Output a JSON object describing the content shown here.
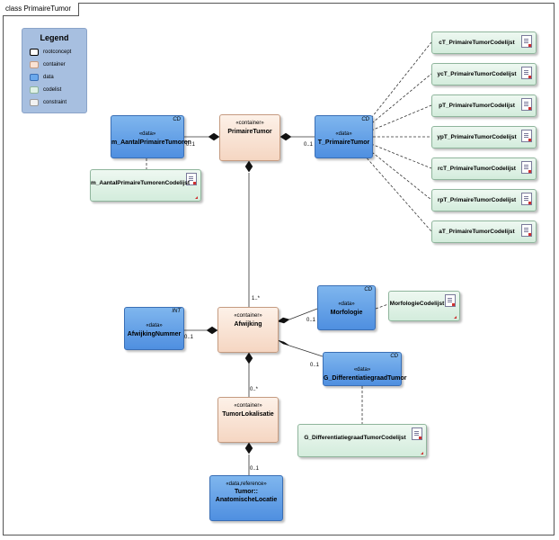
{
  "frame_title": "class PrimaireTumor",
  "legend": {
    "title": "Legend",
    "items": [
      {
        "label": "rootconcept",
        "color": "#ffffff",
        "border": "#000000"
      },
      {
        "label": "container",
        "color": "#f9e2d4",
        "border": "#c59b80"
      },
      {
        "label": "data",
        "color": "#6aa8ec",
        "border": "#3a6fb5"
      },
      {
        "label": "codelist",
        "color": "#dff1e6",
        "border": "#8fb59c"
      },
      {
        "label": "constraint",
        "color": "#f2f2f2",
        "border": "#9a9a9a"
      }
    ]
  },
  "elements": {
    "m_aantal": {
      "stereotype": "«data»",
      "name": "m_AantalPrimaireTumoren",
      "tag": "CD"
    },
    "primaire_tumor": {
      "stereotype": "«container»",
      "name": "PrimaireTumor"
    },
    "t_primaire": {
      "stereotype": "«data»",
      "name": "T_PrimaireTumor",
      "tag": "CD"
    },
    "m_aantal_codelist": {
      "name": "m_AantalPrimaireTumorenCodelijst"
    },
    "afwijkingsnummer": {
      "stereotype": "«data»",
      "name": "AfwijkingNummer",
      "tag": "INT"
    },
    "afwijking": {
      "stereotype": "«container»",
      "name": "Afwijking"
    },
    "morfologie": {
      "stereotype": "«data»",
      "name": "Morfologie",
      "tag": "CD"
    },
    "morfologie_codelist": {
      "name": "MorfologieCodelijst"
    },
    "differentiatie": {
      "stereotype": "«data»",
      "name": "G_DifferentiatiegraadTumor",
      "tag": "CD"
    },
    "differentiatie_codelist": {
      "name": "G_DifferentiatiegraadTumorCodelijst"
    },
    "tumor_lokalisatie": {
      "stereotype": "«container»",
      "name": "TumorLokalisatie"
    },
    "anatomische": {
      "stereotype": "«data,reference»",
      "name_line1": "Tumor::",
      "name_line2": "AnatomischeLocatie"
    }
  },
  "codelists": [
    {
      "name": "cT_PrimaireTumorCodelijst"
    },
    {
      "name": "ycT_PrimaireTumorCodelijst"
    },
    {
      "name": "pT_PrimaireTumorCodelijst"
    },
    {
      "name": "ypT_PrimaireTumorCodelijst"
    },
    {
      "name": "rcT_PrimaireTumorCodelijst"
    },
    {
      "name": "rpT_PrimaireTumorCodelijst"
    },
    {
      "name": "aT_PrimaireTumorCodelijst"
    }
  ],
  "multiplicities": {
    "m_aantal_link": "0..1",
    "t_primaire_link": "0..1",
    "afwijking_link": "1..*",
    "afwijkingsnummer_link": "0..1",
    "morfologie_link": "0..1",
    "differentiatie_link": "0..1",
    "lokalisatie_link": "0..*",
    "anatomische_link": "0..1"
  }
}
